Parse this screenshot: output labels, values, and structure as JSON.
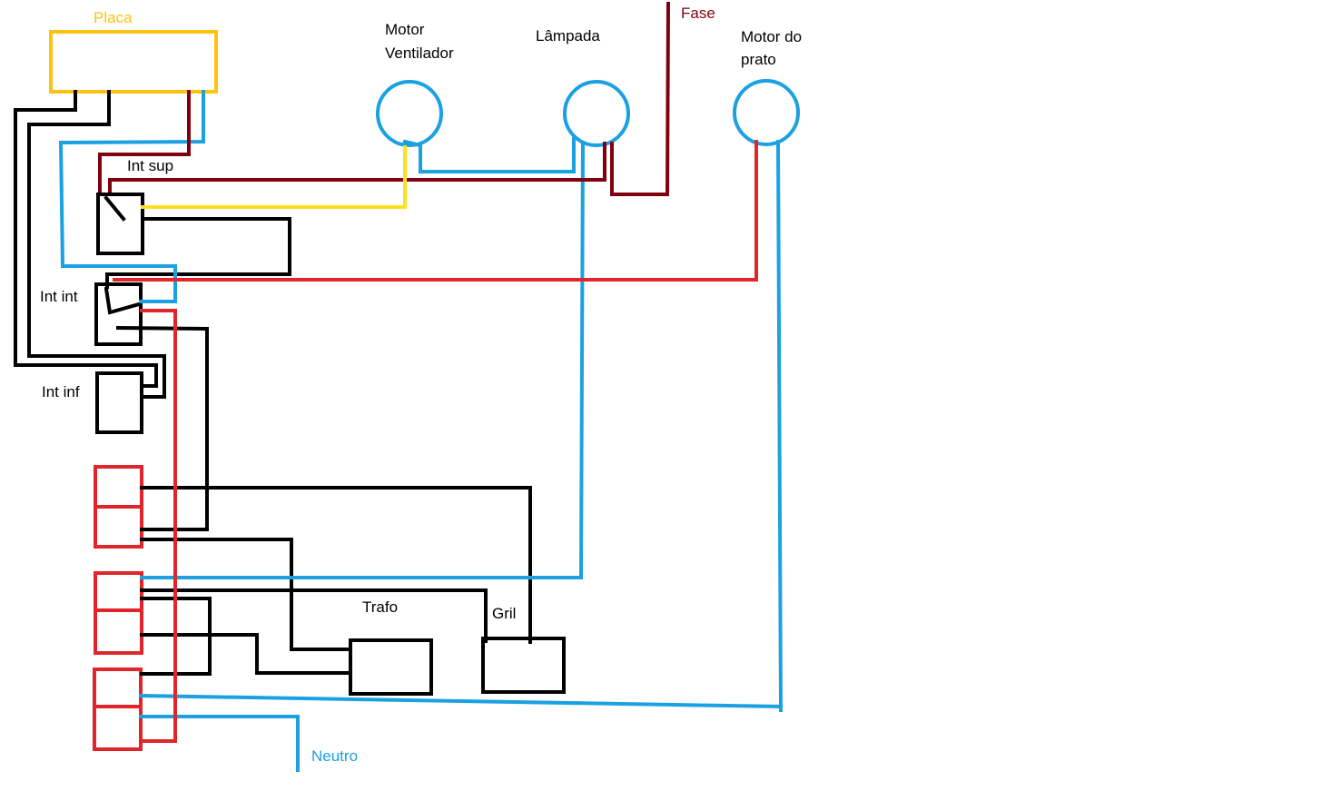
{
  "labels": {
    "placa": "Placa",
    "motor_ventilador_line1": "Motor",
    "motor_ventilador_line2": "Ventilador",
    "lampada": "Lâmpada",
    "fase": "Fase",
    "motor_prato_line1": "Motor do",
    "motor_prato_line2": "prato",
    "int_sup": "Int sup",
    "int_int": "Int int",
    "int_inf": "Int inf",
    "trafo": "Trafo",
    "gril": "Gril",
    "neutro": "Neutro"
  },
  "colors": {
    "placa": "#ffc20e",
    "fase": "#800010",
    "neutro": "#1ba1e2",
    "wire_black": "#000000",
    "wire_blue": "#1ba1e2",
    "wire_red": "#e0262b",
    "wire_dark_red": "#800010",
    "wire_yellow": "#ffe01b",
    "terminal_block": "#e0262b",
    "text": "#000000"
  }
}
